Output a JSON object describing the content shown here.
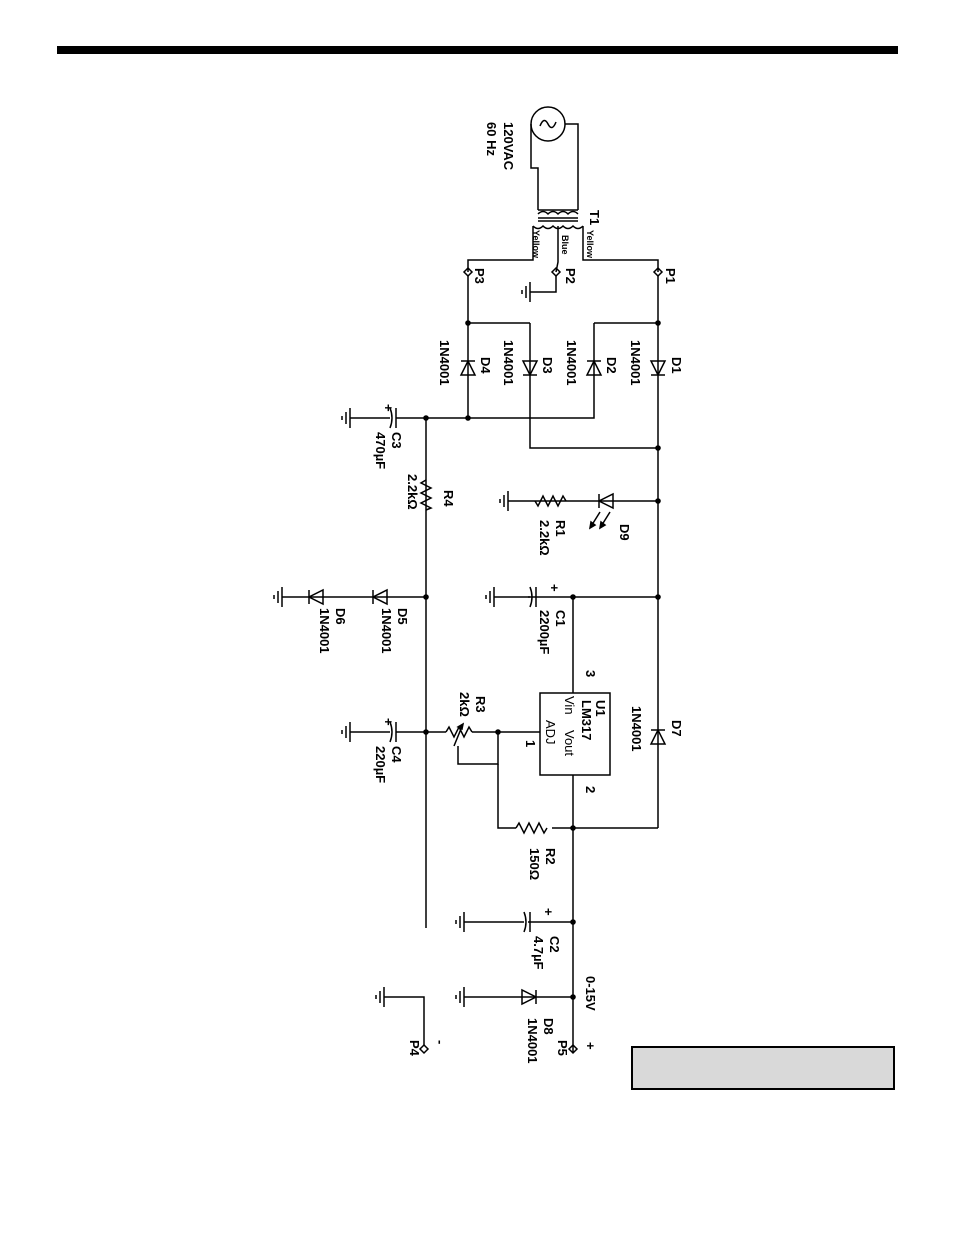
{
  "schematic": {
    "source": {
      "line1": "120VAC",
      "line2": "60 Hz"
    },
    "transformer": {
      "ref": "T1",
      "lead_left": "Yellow",
      "lead_center": "Blue",
      "lead_right": "Yellow"
    },
    "pins": {
      "p1": "P1",
      "p2": "P2",
      "p3": "P3",
      "p4": "P4",
      "p5": "P5",
      "plus": "+",
      "minus": "-"
    },
    "diodes": {
      "d1": {
        "ref": "D1",
        "value": "1N4001"
      },
      "d2": {
        "ref": "D2",
        "value": "1N4001"
      },
      "d3": {
        "ref": "D3",
        "value": "1N4001"
      },
      "d4": {
        "ref": "D4",
        "value": "1N4001"
      },
      "d5": {
        "ref": "D5",
        "value": "1N4001"
      },
      "d6": {
        "ref": "D6",
        "value": "1N4001"
      },
      "d7": {
        "ref": "D7",
        "value": "1N4001"
      },
      "d8": {
        "ref": "D8",
        "value": "1N4001"
      },
      "d9": {
        "ref": "D9"
      }
    },
    "capacitors": {
      "c1": {
        "ref": "C1",
        "value": "2200µF"
      },
      "c2": {
        "ref": "C2",
        "value": "4.7µF"
      },
      "c3": {
        "ref": "C3",
        "value": "470µF"
      },
      "c4": {
        "ref": "C4",
        "value": "220µF"
      },
      "polarity": "+"
    },
    "resistors": {
      "r1": {
        "ref": "R1",
        "value": "2.2kΩ"
      },
      "r2": {
        "ref": "R2",
        "value": "150Ω"
      },
      "r3": {
        "ref": "R3",
        "value": "2kΩ"
      },
      "r4": {
        "ref": "R4",
        "value": "2.2kΩ"
      }
    },
    "regulator": {
      "ref": "U1",
      "part": "LM317",
      "vin": "Vin",
      "vout": "Vout",
      "adj": "ADJ",
      "pin_vin": "3",
      "pin_vout": "2",
      "pin_adj": "1"
    },
    "output_label": "0-15V"
  }
}
